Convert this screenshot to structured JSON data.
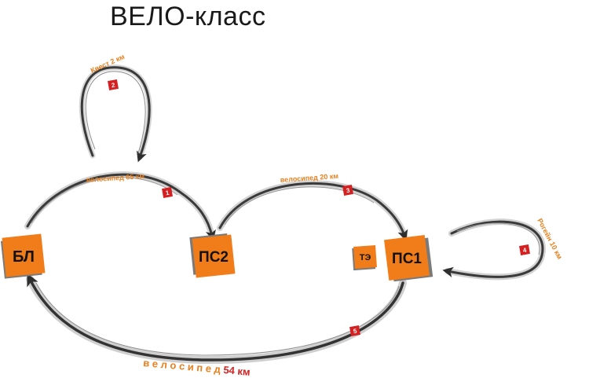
{
  "title": "ВЕЛО-класс",
  "nodes": {
    "bl": "БЛ",
    "ps2": "ПС2",
    "ps1": "ПС1",
    "te": "ТЭ"
  },
  "edges": {
    "quest": {
      "text": "Квест 2 км",
      "num": "2"
    },
    "bike65": {
      "prefix": "велосипед ",
      "value": "65 км",
      "num": "1"
    },
    "bike20": {
      "prefix": "велосипед 20 км",
      "num": "3"
    },
    "rogaine": {
      "text": "Рогейн 10 км",
      "num": "4"
    },
    "bike54": {
      "prefix": "в е л о с и п е д ",
      "value": "54 км",
      "num": "5"
    }
  },
  "colors": {
    "node": "#f07d1a",
    "label": "#e8801f",
    "badge": "#d42020",
    "value": "#d42020",
    "arrow": "#3a3a3a"
  }
}
